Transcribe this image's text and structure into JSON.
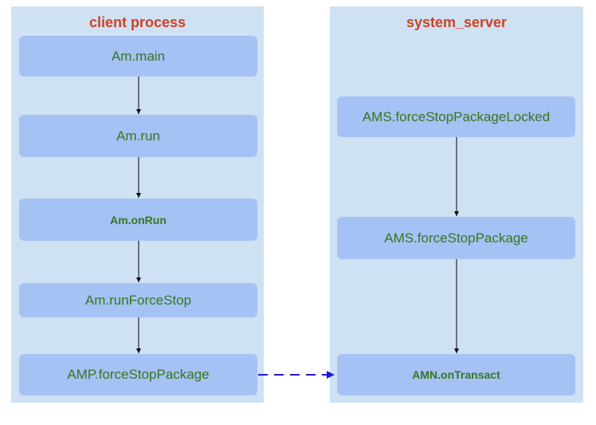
{
  "lanes": {
    "client": {
      "title": "client process"
    },
    "server": {
      "title": "system_server"
    }
  },
  "nodes": {
    "am_main": "Am.main",
    "am_run": "Am.run",
    "am_onrun": "Am.onRun",
    "am_runforcestop": "Am.runForceStop",
    "amp_forcestoppackage": "AMP.forceStopPackage",
    "ams_forcestoppackagelocked": "AMS.forceStopPackageLocked",
    "ams_forcestoppackage": "AMS.forceStopPackage",
    "amn_ontransact": "AMN.onTransact"
  },
  "colors": {
    "lane_bg": "#cfe2f3",
    "node_bg": "#a4c2f4",
    "node_text": "#38761d",
    "title_text": "#cc4125",
    "ipc_arrow": "#1c1cd8"
  }
}
